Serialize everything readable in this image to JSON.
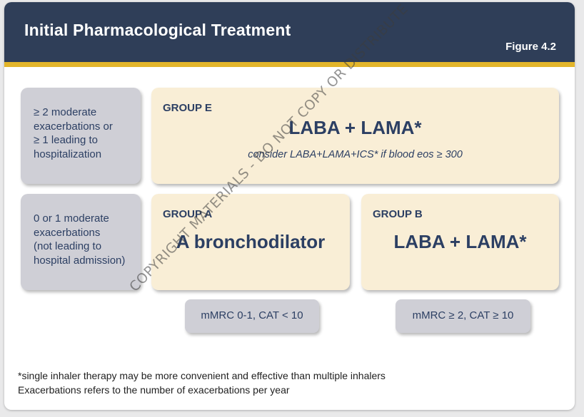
{
  "header": {
    "title": "Initial Pharmacological Treatment",
    "figure_label": "Figure 4.2"
  },
  "rows": [
    {
      "label_lines": [
        "≥ 2 moderate",
        "exacerbations or",
        "≥ 1 leading to",
        "hospitalization"
      ]
    },
    {
      "label_lines": [
        "0 or 1 moderate",
        "exacerbations",
        "(not leading to",
        "hospital admission)"
      ]
    }
  ],
  "groups": {
    "e": {
      "label": "GROUP E",
      "treatment": "LABA + LAMA*",
      "note": "consider LABA+LAMA+ICS* if blood eos ≥ 300"
    },
    "a": {
      "label": "GROUP A",
      "treatment": "A bronchodilator"
    },
    "b": {
      "label": "GROUP B",
      "treatment": "LABA + LAMA*"
    }
  },
  "metrics": {
    "left": "mMRC 0-1, CAT < 10",
    "right": "mMRC ≥ 2, CAT ≥ 10"
  },
  "footer": {
    "line1": "*single inhaler therapy may be more convenient and effective than multiple inhalers",
    "line2": "Exacerbations refers to the number of exacerbations per year"
  },
  "watermark": "COPYRIGHT MATERIALS - DO NOT COPY OR DISTRIBUTE",
  "colors": {
    "header_bg": "#2f3e58",
    "accent_gold": "#e3b52a",
    "group_box": "#f9eed6",
    "criteria_box": "#cfcfd6",
    "text_navy": "#2c3f63"
  }
}
